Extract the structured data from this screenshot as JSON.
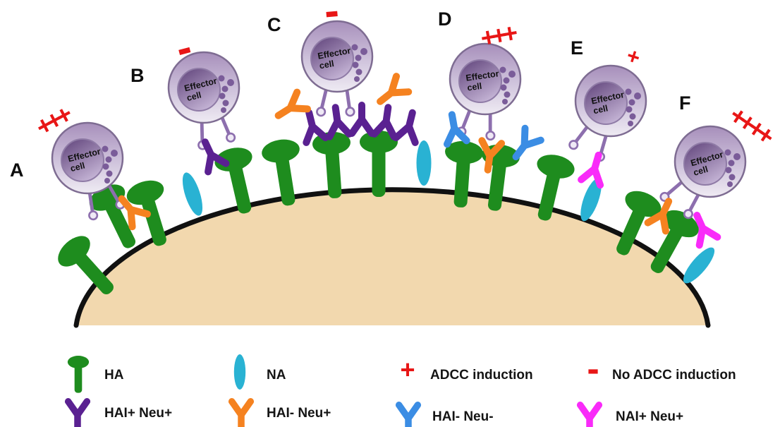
{
  "colors": {
    "ha": "#1e8c1e",
    "na": "#29b2d3",
    "ab_purple": "#5a2191",
    "ab_orange": "#f58220",
    "ab_blue": "#3b8de4",
    "ab_magenta": "#f92bf9",
    "adcc": "#e81616",
    "mem_fill": "#f2d8ae",
    "mem_stroke": "#111111",
    "receptor": "#8d6fae"
  },
  "effector_cell": {
    "line1": "Effector",
    "line2": "cell"
  },
  "panels": [
    {
      "label": "A",
      "adcc": "+++"
    },
    {
      "label": "B",
      "adcc": "-"
    },
    {
      "label": "C",
      "adcc": "-"
    },
    {
      "label": "D",
      "adcc": "+++"
    },
    {
      "label": "E",
      "adcc": "+"
    },
    {
      "label": "F",
      "adcc": "++++"
    }
  ],
  "legend": {
    "items": [
      {
        "icon": "ha-glycoprotein-icon",
        "label": "HA",
        "color": "#1e8c1e"
      },
      {
        "icon": "na-glycoprotein-icon",
        "label": "NA",
        "color": "#29b2d3"
      },
      {
        "icon": "plus-icon",
        "symbol": "+",
        "label": "ADCC induction",
        "color": "#e81616"
      },
      {
        "icon": "minus-icon",
        "symbol": "-",
        "label": "No ADCC induction",
        "color": "#e81616"
      },
      {
        "icon": "antibody-icon",
        "label": "HAI+ Neu+",
        "color": "#5a2191"
      },
      {
        "icon": "antibody-icon",
        "label": "HAI- Neu+",
        "color": "#f58220"
      },
      {
        "icon": "antibody-icon",
        "label": "HAI- Neu-",
        "color": "#3b8de4"
      },
      {
        "icon": "antibody-icon",
        "label": "NAI+ Neu+",
        "color": "#f92bf9"
      }
    ]
  }
}
